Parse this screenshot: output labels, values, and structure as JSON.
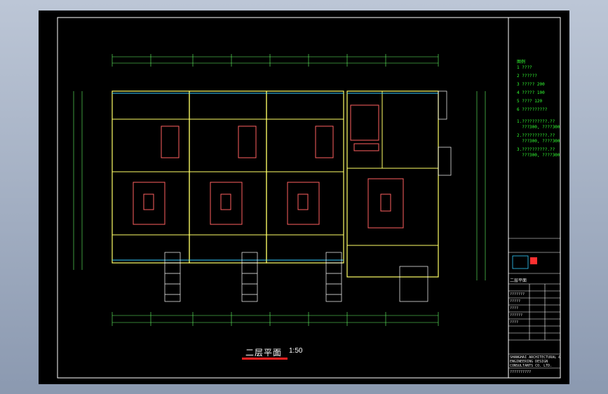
{
  "plan": {
    "title": "二层平面",
    "scale": "1:50"
  },
  "legend": {
    "header": "图例",
    "items": [
      "1 ????",
      "2 ??????",
      "3 ????? 200",
      "4 ????? 100",
      "5 ???? 120",
      "6 ??????????"
    ],
    "notes": [
      "1.??????????.??",
      "  ???300, ????300",
      "2.??????????.??",
      "  ???300, ????300",
      "3.??????????.??",
      "  ???300, ????300"
    ]
  },
  "title_block": {
    "drawing_name": "二层平面",
    "rows": [
      "???????",
      "?????",
      "????",
      "??????",
      "????"
    ],
    "company": [
      "SHANGHAI ARCHITECTURAL &",
      "ENGINEERING DESIGN",
      "CONSULTANTS CO. LTD."
    ],
    "footer": "??????????"
  },
  "colors": {
    "wall": "#ffff66",
    "furniture": "#ff6060",
    "dimension": "#66ff66",
    "window": "#33ccff",
    "frame": "#ffffff",
    "title_underline": "#ff2020"
  }
}
